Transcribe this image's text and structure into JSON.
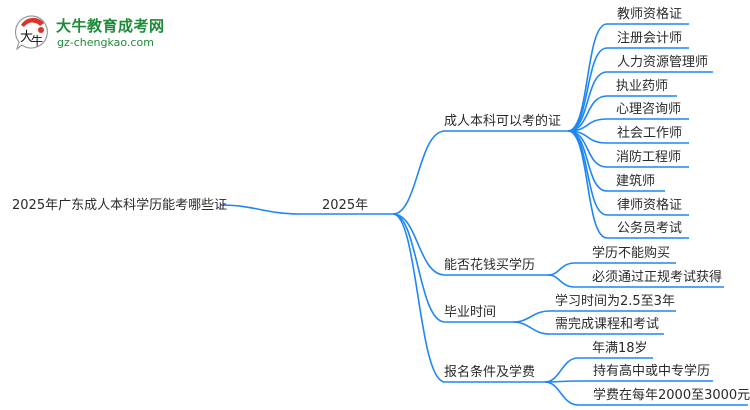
{
  "logo": {
    "title": "大牛教育成考网",
    "url": "gz-chengkao.com",
    "badge_text": "大牛",
    "brand_color": "#1f8a3a",
    "accent_color": "#d9342b"
  },
  "mindmap": {
    "line_color": "#1f86f5",
    "root": {
      "label": "2025年广东成人本科学历能考哪些证"
    },
    "level1": {
      "label": "2025年"
    },
    "branches": [
      {
        "label": "成人本科可以考的证",
        "children": [
          {
            "label": "教师资格证"
          },
          {
            "label": "注册会计师"
          },
          {
            "label": "人力资源管理师"
          },
          {
            "label": "执业药师"
          },
          {
            "label": "心理咨询师"
          },
          {
            "label": "社会工作师"
          },
          {
            "label": "消防工程师"
          },
          {
            "label": "建筑师"
          },
          {
            "label": "律师资格证"
          },
          {
            "label": "公务员考试"
          }
        ]
      },
      {
        "label": "能否花钱买学历",
        "children": [
          {
            "label": "学历不能购买"
          },
          {
            "label": "必须通过正规考试获得"
          }
        ]
      },
      {
        "label": "毕业时间",
        "children": [
          {
            "label": "学习时间为2.5至3年"
          },
          {
            "label": "需完成课程和考试"
          }
        ]
      },
      {
        "label": "报名条件及学费",
        "children": [
          {
            "label": "年满18岁"
          },
          {
            "label": "持有高中或中专学历"
          },
          {
            "label": "学费在每年2000至3000元"
          }
        ]
      }
    ]
  }
}
